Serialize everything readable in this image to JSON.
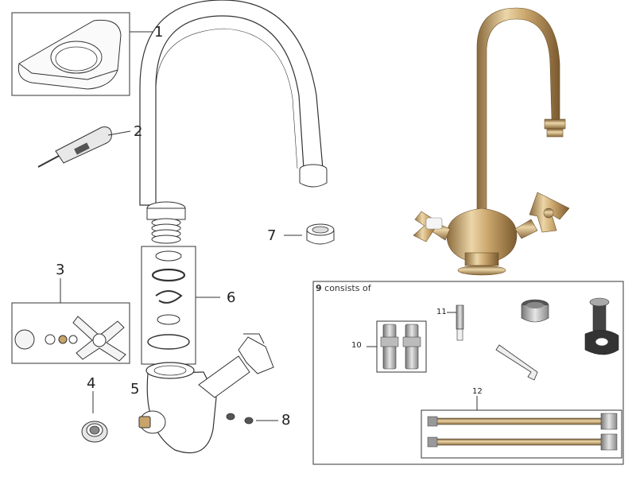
{
  "labels": {
    "p1": "1",
    "p2": "2",
    "p3": "3",
    "p4": "4",
    "p5": "5",
    "p6": "6",
    "p7": "7",
    "p8": "8",
    "p10": "10",
    "p11": "11",
    "p12": "12"
  },
  "kit": {
    "number": "9",
    "caption": "consists of"
  },
  "colors": {
    "line": "#333333",
    "brass": "#c9a46a",
    "brass_dark": "#8a6a3c",
    "brass_light": "#ecd6a8"
  }
}
